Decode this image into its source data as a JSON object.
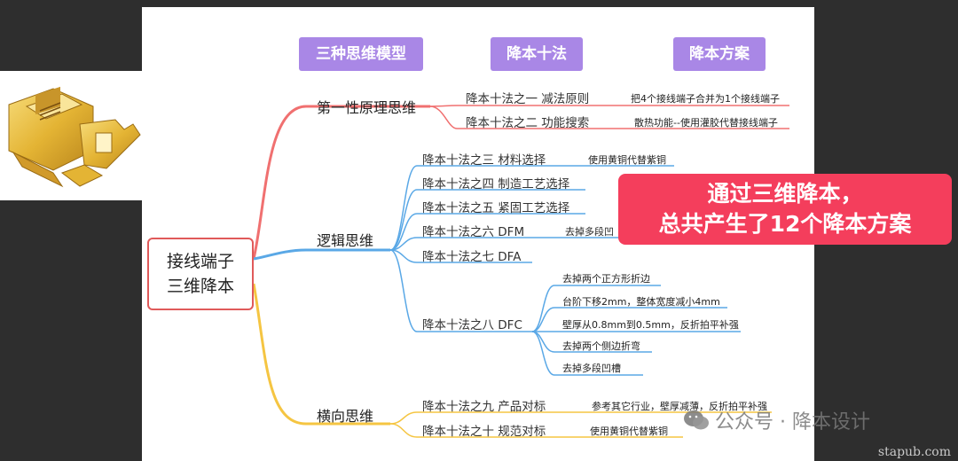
{
  "headers": [
    "三种思维模型",
    "降本十法",
    "降本方案"
  ],
  "root": {
    "line1": "接线端子",
    "line2": "三维降本"
  },
  "branches": [
    "第一性原理思维",
    "逻辑思维",
    "横向思维"
  ],
  "methods": [
    "降本十法之一  减法原则",
    "降本十法之二  功能搜索",
    "降本十法之三 材料选择",
    "降本十法之四  制造工艺选择",
    "降本十法之五 紧固工艺选择",
    "降本十法之六 DFM",
    "降本十法之七 DFA",
    "降本十法之八 DFC",
    "降本十法之九  产品对标",
    "降本十法之十  规范对标"
  ],
  "solutions": [
    "把4个接线端子合并为1个接线端子",
    "散热功能--使用灌胶代替接线端子",
    "使用黄铜代替紫铜",
    "去掉多段凹",
    "去掉两个正方形折边",
    "台阶下移2mm，整体宽度减小4mm",
    "壁厚从0.8mm到0.5mm，反折拍平补强",
    "去掉两个侧边折弯",
    "去掉多段凹槽",
    "参考其它行业，壁厚减薄，反折拍平补强",
    "使用黄铜代替紫铜"
  ],
  "callout": {
    "line1": "通过三维降本，",
    "line2": "总共产生了12个降本方案"
  },
  "watermark": {
    "text": "公众号 · 降本设计"
  },
  "site": "stapub.com",
  "colors": {
    "header": "#a987e6",
    "branch1": "#f07070",
    "branch2": "#5aa8e6",
    "branch3": "#f5c542",
    "callout": "#f43e5c"
  }
}
